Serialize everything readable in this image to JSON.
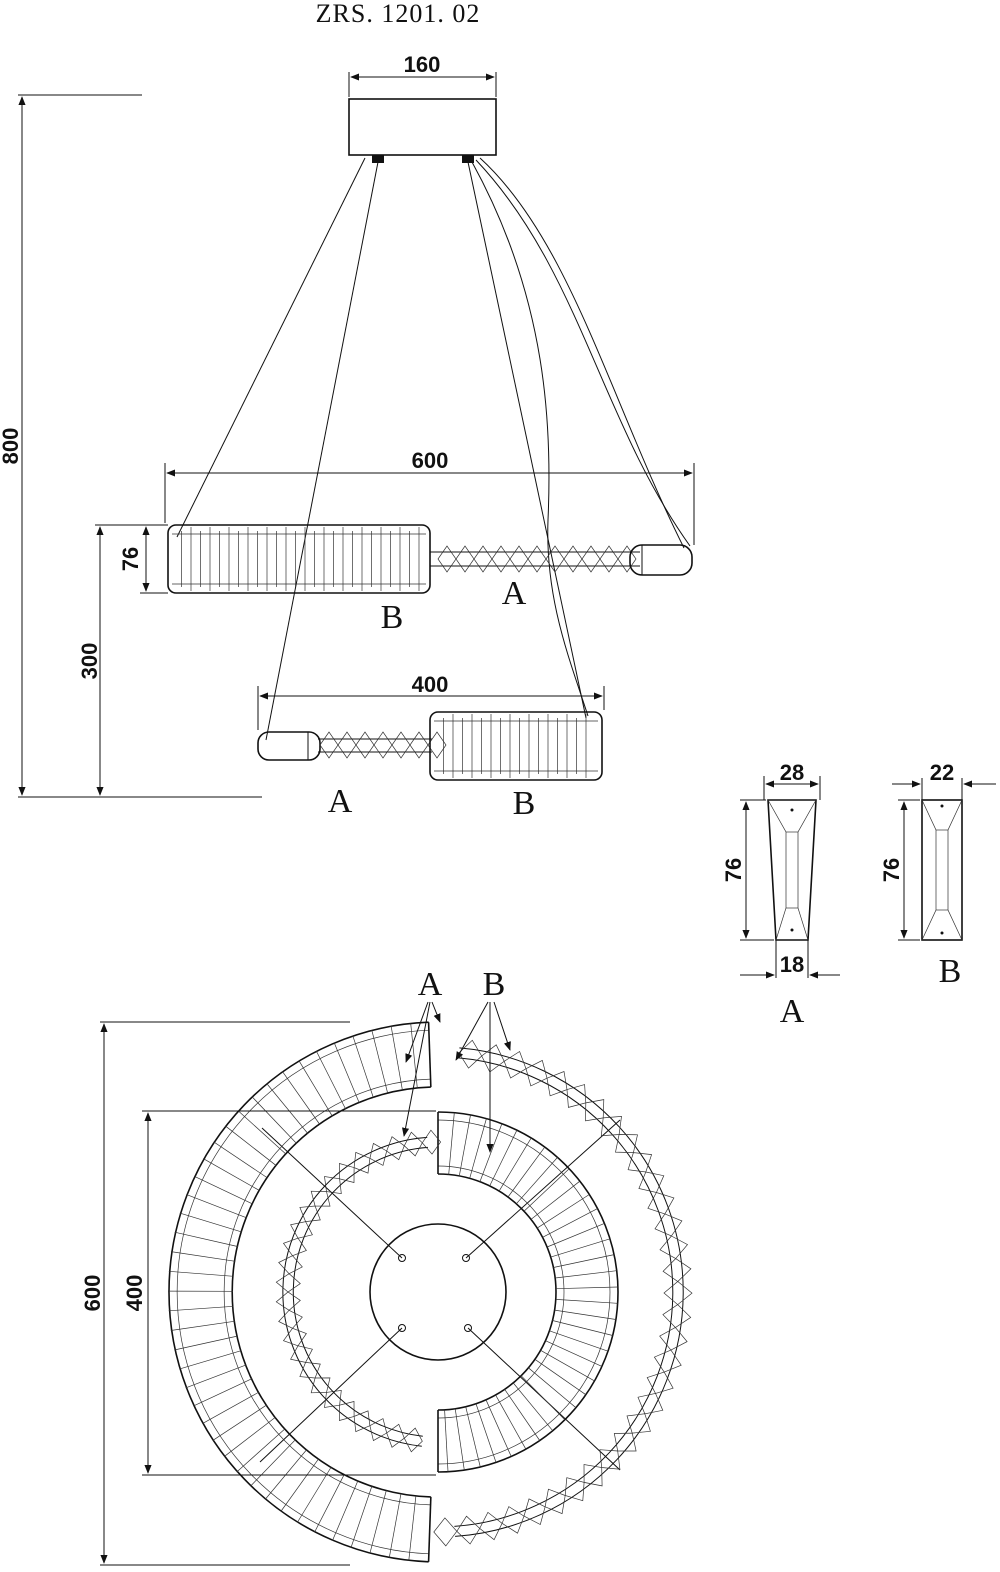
{
  "title": "ZRS. 1201. 02",
  "side_view": {
    "canopy_width": "160",
    "total_height": "800",
    "upper_ring_diameter": "600",
    "ring_height": "76",
    "ring_spacing": "300",
    "lower_ring_diameter": "400",
    "upper_label_b": "B",
    "upper_label_a": "A",
    "lower_label_a": "A",
    "lower_label_b": "B"
  },
  "crystal_details": {
    "a": {
      "top_width": "28",
      "height": "76",
      "bottom_width": "18",
      "label": "A"
    },
    "b": {
      "top_width": "22",
      "height": "76",
      "label": "B"
    }
  },
  "top_view": {
    "outer_diameter": "600",
    "inner_diameter": "400",
    "callout_a": "A",
    "callout_b": "B"
  }
}
